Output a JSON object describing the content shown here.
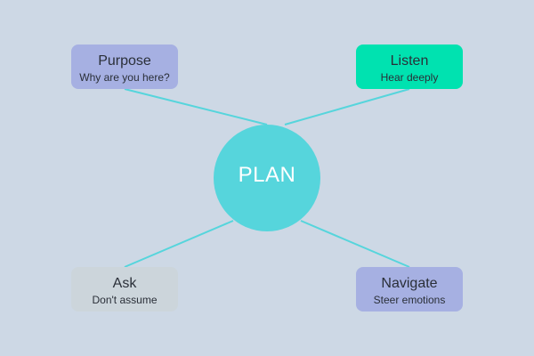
{
  "diagram": {
    "center": {
      "label": "PLAN"
    },
    "nodes": [
      {
        "title": "Purpose",
        "subtitle": "Why are you here?",
        "color": "#a6b0e2"
      },
      {
        "title": "Listen",
        "subtitle": "Hear deeply",
        "color": "#00e2b0"
      },
      {
        "title": "Ask",
        "subtitle": "Don't assume",
        "color": "#ccd5db"
      },
      {
        "title": "Navigate",
        "subtitle": "Steer emotions",
        "color": "#a6b0e2"
      }
    ],
    "colors": {
      "background": "#cdd8e5",
      "center": "#56d5dc",
      "connector": "#56d5dc"
    }
  }
}
